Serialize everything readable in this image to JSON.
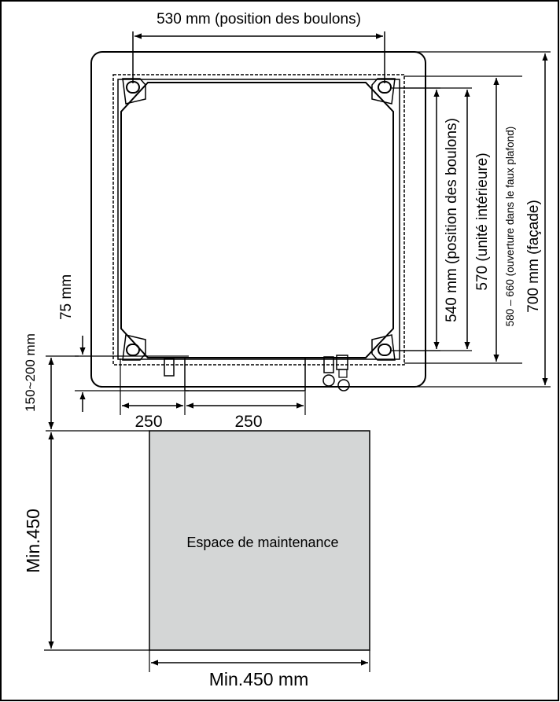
{
  "labels": {
    "bolt_width": "530 mm (position des boulons)",
    "bolt_height": "540 mm (position des boulons)",
    "unit_height": "570 (unité intérieure)",
    "ceiling_opening": "580 – 660 (ouverture dans le faux plafond)",
    "facade": "700 mm (façade)",
    "offset_75": "75 mm",
    "offset_150_200": "150~200 mm",
    "dim_250_left": "250",
    "dim_250_right": "250",
    "min_height": "Min.450",
    "min_width": "Min.450 mm",
    "maintenance_space": "Espace de maintenance"
  },
  "colors": {
    "line": "#000000",
    "maintenance_fill": "#d4d6d6",
    "background": "#ffffff"
  }
}
